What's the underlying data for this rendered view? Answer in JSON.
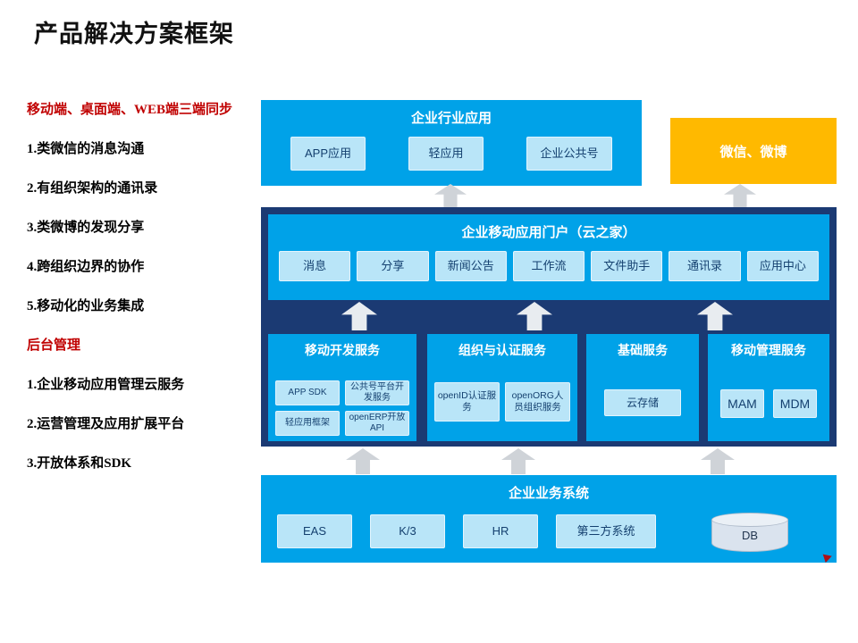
{
  "title": "产品解决方案框架",
  "left_panel": {
    "heading_sync": "移动端、桌面端、WEB端三端同步",
    "features": [
      "1.类微信的消息沟通",
      "2.有组织架构的通讯录",
      "3.类微博的发现分享",
      "4.跨组织边界的协作",
      "5.移动化的业务集成"
    ],
    "heading_backend": "后台管理",
    "backend_items": [
      "1.企业移动应用管理云服务",
      "2.运营管理及应用扩展平台",
      "3.开放体系和SDK"
    ]
  },
  "diagram": {
    "industry": {
      "title": "企业行业应用",
      "items": [
        "APP应用",
        "轻应用",
        "企业公共号"
      ]
    },
    "social": {
      "label": "微信、微博"
    },
    "portal": {
      "title": "企业移动应用门户（云之家）",
      "items": [
        "消息",
        "分享",
        "新闻公告",
        "工作流",
        "文件助手",
        "通讯录",
        "应用中心"
      ]
    },
    "services": [
      {
        "title": "移动开发服务",
        "items": [
          "APP SDK",
          "公共号平台开发服务",
          "轻应用框架",
          "openERP开放API"
        ]
      },
      {
        "title": "组织与认证服务",
        "items": [
          "openID认证服务",
          "openORG人员组织服务"
        ]
      },
      {
        "title": "基础服务",
        "items": [
          "云存储"
        ]
      },
      {
        "title": "移动管理服务",
        "items": [
          "MAM",
          "MDM"
        ]
      }
    ],
    "business": {
      "title": "企业业务系统",
      "items": [
        "EAS",
        "K/3",
        "HR",
        "第三方系统"
      ],
      "db": "DB"
    }
  },
  "colors": {
    "cyan": "#00a2e8",
    "navy": "#1b3a73",
    "orange": "#ffb900",
    "chip_bg": "#b9e5f8",
    "chip_text": "#14406f",
    "arrow_gray": "#cfd3d8",
    "red": "#c00000"
  }
}
